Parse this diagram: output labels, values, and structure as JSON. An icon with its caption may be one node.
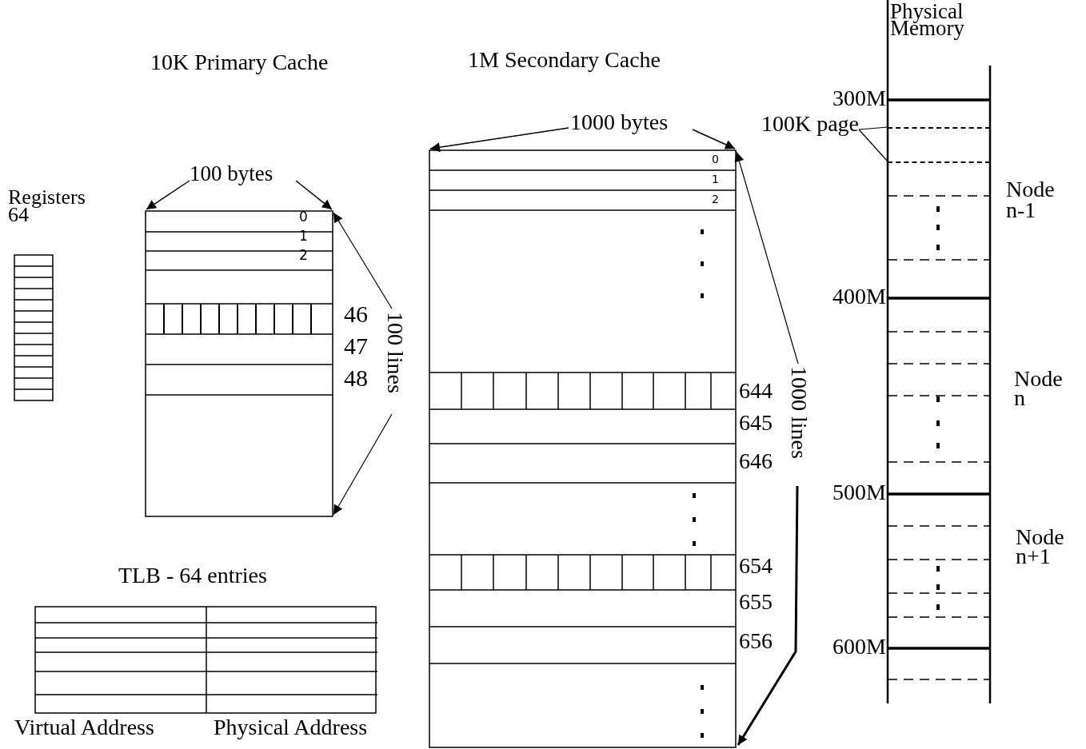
{
  "diagram": {
    "nodes": [
      {
        "text": [
          "100K page"
        ]
      },
      {
        "text": [],
        "shape": "line"
      },
      {
        "text": [],
        "shape": "line"
      }
    ],
    "edges": [
      {
        "from": 0,
        "to": 1,
        "arrow": "none"
      },
      {
        "from": 0,
        "to": 2,
        "arrow": "none"
      }
    ],
    "labels": [
      "Physical Memory",
      "10K Primary Cache",
      "1M Secondary Cache",
      "300M",
      "1000 bytes",
      "100 bytes",
      "0",
      "1",
      "Registers 64",
      "2",
      "Node n-1",
      "0",
      "1",
      "2",
      "400M",
      "46",
      "100 lines",
      "47",
      "1000 lines",
      "48",
      "Node n",
      "644",
      "645",
      "646",
      "500M",
      "Node n+1",
      "TLB - 64 entries",
      "654",
      "655",
      "656",
      "600M",
      "Virtual Address",
      "Physical Address"
    ]
  }
}
